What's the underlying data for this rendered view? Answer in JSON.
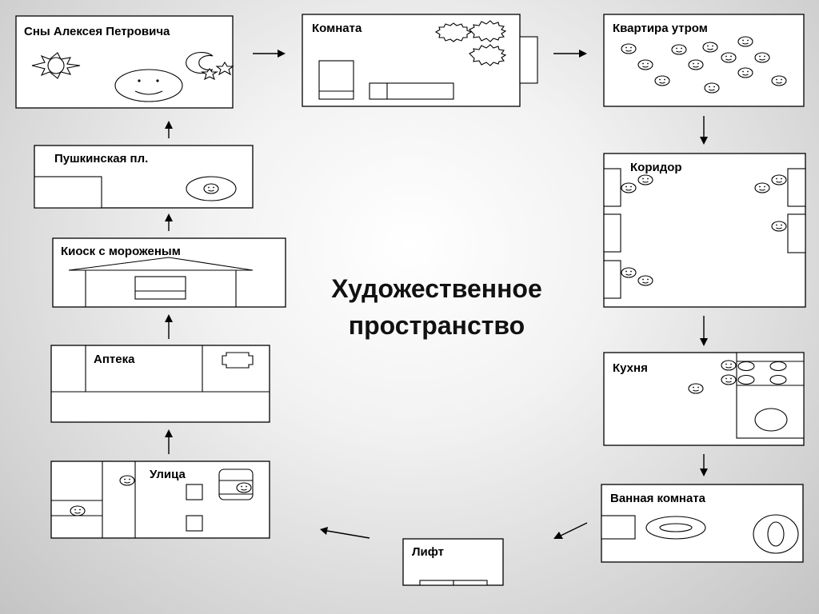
{
  "title_line1": "Художественное",
  "title_line2": "пространство",
  "rooms": {
    "dreams": "Сны Алексея Петровича",
    "room": "Комната",
    "apartment": "Квартира утром",
    "corridor": "Коридор",
    "kitchen": "Кухня",
    "bathroom": "Ванная комната",
    "elevator": "Лифт",
    "street": "Улица",
    "pharmacy": "Аптека",
    "kiosk": "Киоск с мороженым",
    "square": "Пушкинская  пл."
  },
  "icons": {
    "face": "smiley-face-icon",
    "sun": "sun-icon",
    "moon": "crescent-moon-icon",
    "star": "star-icon",
    "burst": "starburst-icon"
  }
}
